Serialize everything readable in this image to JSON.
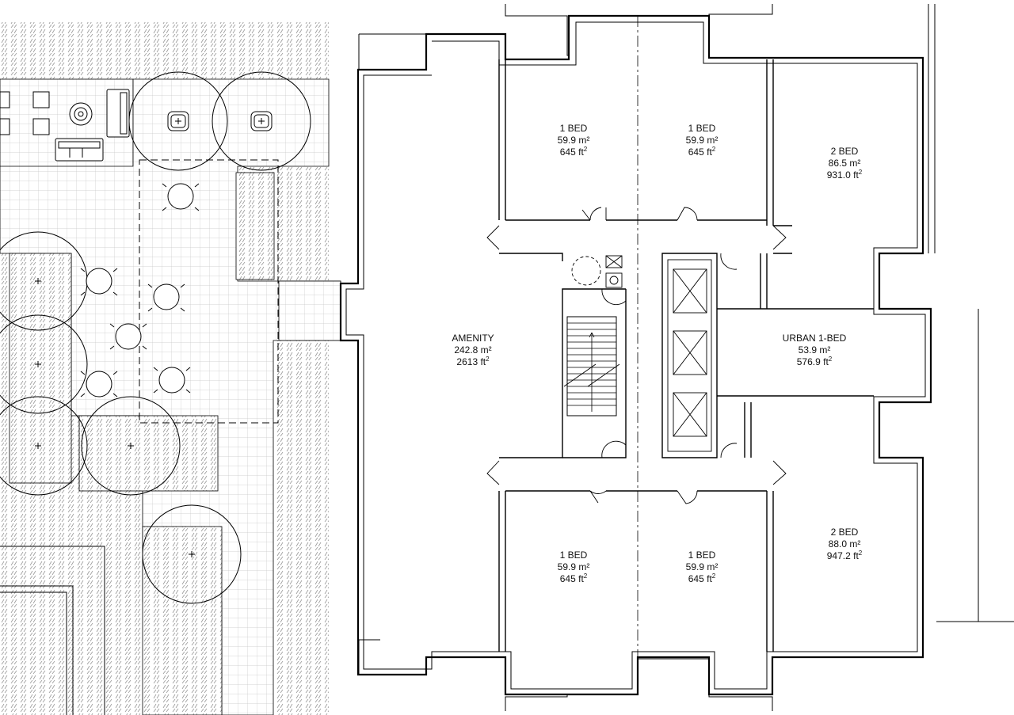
{
  "colors": {
    "line": "#000000",
    "paving_hatch": "#9a9a9a",
    "grid": "#c8c8c8",
    "background": "#ffffff"
  },
  "units": [
    {
      "id": "unit-1bed-nw",
      "name": "1 BED",
      "area_m2": "59.9 m²",
      "area_ft": "645 ft",
      "ft_sup": "2"
    },
    {
      "id": "unit-1bed-ne",
      "name": "1 BED",
      "area_m2": "59.9 m²",
      "area_ft": "645 ft",
      "ft_sup": "2"
    },
    {
      "id": "unit-2bed-n",
      "name": "2 BED",
      "area_m2": "86.5 m²",
      "area_ft": "931.0 ft",
      "ft_sup": "2"
    },
    {
      "id": "amenity",
      "name": "AMENITY",
      "area_m2": "242.8 m²",
      "area_ft": "2613 ft",
      "ft_sup": "2"
    },
    {
      "id": "unit-urban-1bed",
      "name": "URBAN 1-BED",
      "area_m2": "53.9 m²",
      "area_ft": "576.9 ft",
      "ft_sup": "2"
    },
    {
      "id": "unit-1bed-sw",
      "name": "1 BED",
      "area_m2": "59.9 m²",
      "area_ft": "645 ft",
      "ft_sup": "2"
    },
    {
      "id": "unit-1bed-se",
      "name": "1 BED",
      "area_m2": "59.9 m²",
      "area_ft": "645 ft",
      "ft_sup": "2"
    },
    {
      "id": "unit-2bed-s",
      "name": "2 BED",
      "area_m2": "88.0 m²",
      "area_ft": "947.2 ft",
      "ft_sup": "2"
    }
  ],
  "icons": {
    "tree": "tree-canopy-icon",
    "table": "cafe-table-icon",
    "sofa": "sofa-icon",
    "stair": "stair-icon",
    "elevator": "elevator-icon",
    "door": "door-swing-icon"
  }
}
